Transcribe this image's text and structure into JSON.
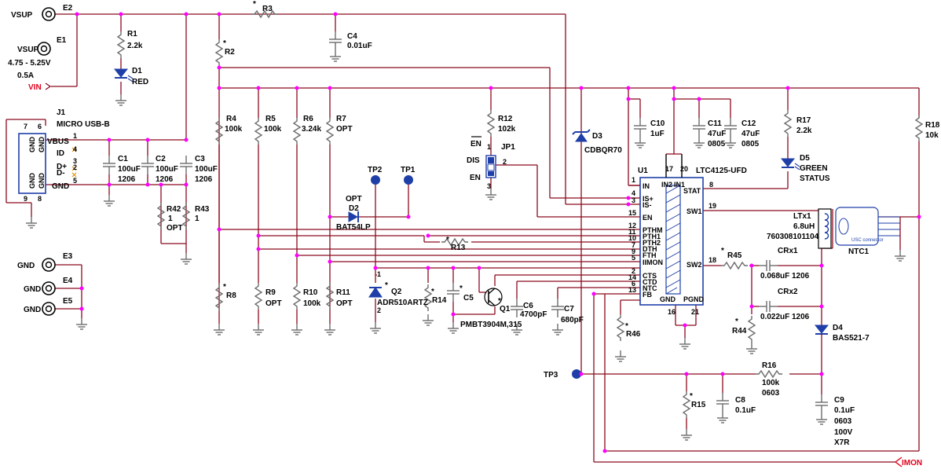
{
  "power": {
    "vsup_top": "VSUP",
    "e2": "E2",
    "vsup_left": "VSUP",
    "e1": "E1",
    "range": "4.75 - 5.25V",
    "current": "0.5A",
    "vin": "VIN"
  },
  "top": {
    "r3": "R3",
    "r1": "R1",
    "r1_val": "2.2k",
    "d1": "D1",
    "d1_val": "RED",
    "r2": "R2",
    "c4": "C4",
    "c4_val": "0.01uF"
  },
  "usb": {
    "j1": "J1",
    "j1_val": "MICRO USB-B",
    "pin_vbus": "VBUS",
    "pin_id": "ID",
    "pin_dp": "D+",
    "pin_dm": "D-",
    "pin_gnd": "GND",
    "gnd_a": "GND",
    "gnd_b": "GND",
    "gnd_c": "GND",
    "gnd_d": "GND",
    "p7": "7",
    "p6": "6",
    "p9": "9",
    "p8": "8",
    "p1": "1",
    "p4": "4",
    "p3": "3",
    "p2": "2",
    "p5": "5"
  },
  "caps_in": {
    "c1": "C1",
    "c1_val": "100uF",
    "c1_pkg": "1206",
    "c2": "C2",
    "c2_val": "100uF",
    "c2_pkg": "1206",
    "c3": "C3",
    "c3_val": "100uF",
    "c3_pkg": "1206",
    "r42": "R42",
    "r42_val": "1",
    "r42_opt": "OPT",
    "r43": "R43",
    "r43_val": "1"
  },
  "gnd_terms": {
    "gnd1": "GND",
    "e3": "E3",
    "gnd2": "GND",
    "e4": "E4",
    "gnd3": "GND",
    "e5": "E5"
  },
  "res_mid": {
    "r4": "R4",
    "r4_val": "100k",
    "r5": "R5",
    "r5_val": "100k",
    "r6": "R6",
    "r6_val": "3.24k",
    "r7": "R7",
    "r7_val": "OPT",
    "r8": "R8",
    "r9": "R9",
    "r9_val": "OPT",
    "r10": "R10",
    "r10_val": "100k",
    "r11": "R11",
    "r11_val": "OPT"
  },
  "en": {
    "r12": "R12",
    "r12_val": "102k",
    "en_bar": "EN",
    "dis": "DIS",
    "en": "EN",
    "jp1": "JP1",
    "p1": "1",
    "p2": "2",
    "p3": "3"
  },
  "tps": {
    "tp2": "TP2",
    "tp1": "TP1",
    "tp3": "TP3"
  },
  "parts_low": {
    "opt": "OPT",
    "d2": "D2",
    "d2_val": "BAT54LP",
    "r13": "R13",
    "q2": "Q2",
    "q2_val": "ADR510ARTZ",
    "q2_p1": "1",
    "q2_p2": "2",
    "r14": "R14",
    "c5": "C5",
    "q1": "Q1",
    "q1_val": "PMBT3904M,315",
    "c6": "C6",
    "c6_val": "4700pF",
    "c7": "C7",
    "c7_val": "680pF",
    "r46": "R46"
  },
  "d3": {
    "name": "D3",
    "val": "CDBQR70"
  },
  "ic": {
    "u1": "U1",
    "part": "LTC4125-UFD",
    "in": "IN",
    "isp": "IS+",
    "ism": "IS-",
    "en": "EN",
    "pthm": "PTHM",
    "pth1": "PTH1",
    "pth2": "PTH2",
    "dth": "DTH",
    "fth": "FTH",
    "imon": "IIMON",
    "cts": "CTS",
    "ctd": "CTD",
    "ntc": "NTC",
    "fb": "FB",
    "in2": "IN2",
    "in1": "IN1",
    "stat": "STAT",
    "sw1": "SW1",
    "sw2": "SW2",
    "gnd": "GND",
    "pgnd": "PGND",
    "n17": "17",
    "n20": "20",
    "n1": "1",
    "n4": "4",
    "n3": "3",
    "n15": "15",
    "n12": "12",
    "n11": "11",
    "n10": "10",
    "n7": "7",
    "n9": "9",
    "n5": "5",
    "n2": "2",
    "n14": "14",
    "n6": "6",
    "n13": "13",
    "n8": "8",
    "n19": "19",
    "n18": "18",
    "n16": "16",
    "n21": "21"
  },
  "caps_out": {
    "c10": "C10",
    "c10_val": "1uF",
    "c11": "C11",
    "c11_val": "47uF",
    "c11_pkg": "0805",
    "c12": "C12",
    "c12_val": "47uF",
    "c12_pkg": "0805"
  },
  "status": {
    "r17": "R17",
    "r17_val": "2.2k",
    "d5": "D5",
    "d5_val1": "GREEN",
    "d5_val2": "STATUS",
    "r18": "R18",
    "r18_val": "10k"
  },
  "coil": {
    "ltx1": "LTx1",
    "ltx1_val": "6.8uH",
    "ltx1_pn": "760308101104",
    "ntc1": "NTC1",
    "usc": "USC connector"
  },
  "res_cx": {
    "r45": "R45",
    "crx1": "CRx1",
    "crx1_val": "0.068uF",
    "crx1_pkg": "1206",
    "crx2": "CRx2",
    "crx2_val": "0.022uF",
    "crx2_pkg": "1206",
    "r44": "R44",
    "d4": "D4",
    "d4_val": "BAS521-7"
  },
  "fb": {
    "r16": "R16",
    "r16_val": "100k",
    "r16_pkg": "0603",
    "r15": "R15",
    "c8": "C8",
    "c8_val": "0.1uF",
    "c9": "C9",
    "c9_val": "0.1uF",
    "c9_pkg": "0603",
    "c9_v": "100V",
    "c9_d": "X7R"
  },
  "imon": "IMON",
  "star": "*"
}
